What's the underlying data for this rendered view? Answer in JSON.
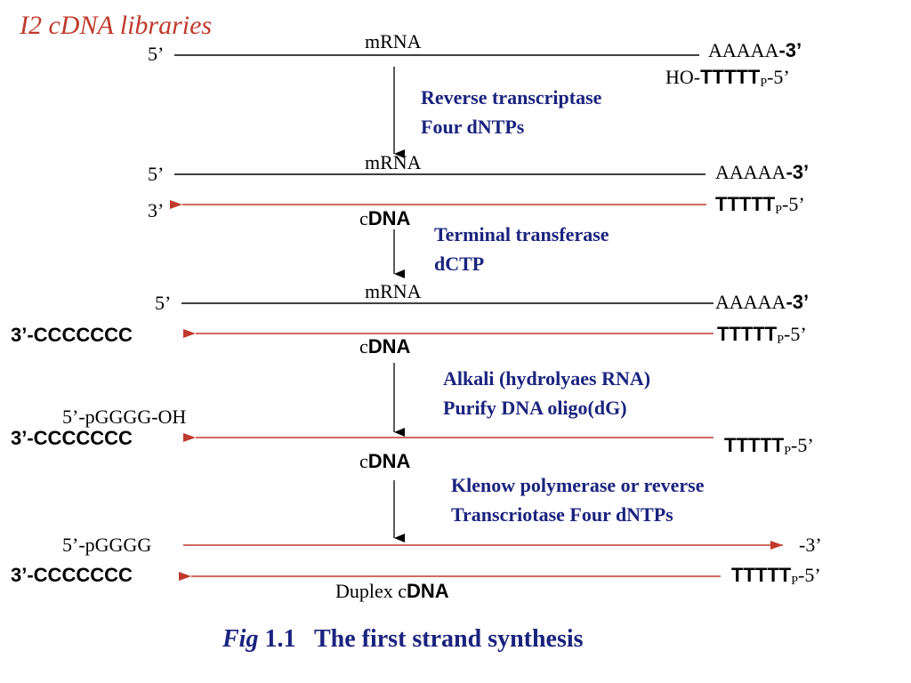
{
  "title": "I2  cDNA libraries",
  "caption": {
    "fig_word": "Fig",
    "number": "1.1",
    "text": "The first strand synthesis"
  },
  "colors": {
    "title": "#c0392b",
    "steps": "#1a237e",
    "cdna_strand": "#c0392b",
    "mrna_strand": "#000000"
  },
  "labels": {
    "five_prime": "5’",
    "three_prime": "3’",
    "mrna": "mRNA",
    "polyA": "AAAAA",
    "polyA_end": "-3’",
    "ho_prefix": "HO-",
    "oligo_dT": "TTTTT",
    "p_sub": "P",
    "oligo_end": "-5’",
    "c_prefix": "c",
    "dna": "DNA",
    "tail_c": "3’-CCCCCCC",
    "primer_g_oh": "5’-pGGGG-OH",
    "primer_g": "5’-pGGGG",
    "end_3": "-3’",
    "duplex": "Duplex c"
  },
  "steps": [
    {
      "line1": "Reverse transcriptase",
      "line2": "Four dNTPs"
    },
    {
      "line1": "Terminal transferase",
      "line2": "dCTP"
    },
    {
      "line1": "Alkali (hydrolyaes RNA)",
      "line2": "Purify DNA oligo(dG)"
    },
    {
      "line1": "Klenow polymerase or reverse",
      "line2": "Transcriotase Four dNTPs"
    }
  ]
}
